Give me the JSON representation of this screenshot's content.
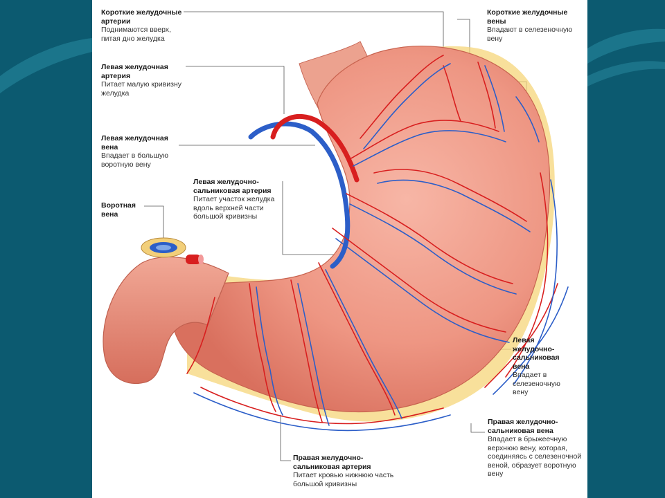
{
  "colors": {
    "background": "#0c5a70",
    "panel": "#ffffff",
    "stomach": "#ef9a88",
    "artery": "#d81f1f",
    "vein": "#2c5ec8",
    "fat": "#f6d67a"
  },
  "labels": {
    "short_arteries": {
      "title": "Короткие желудочные артерии",
      "desc": "Поднимаются вверх, питая дно желудка"
    },
    "short_veins": {
      "title": "Короткие желудочные вены",
      "desc": "Впадают в селезеночную вену"
    },
    "left_gastric_artery": {
      "title": "Левая желудочная артерия",
      "desc": "Питает малую кривизну желудка"
    },
    "left_gastric_vein": {
      "title": "Левая желудочная вена",
      "desc": "Впадает в большую воротную вену"
    },
    "left_gastroepiploic_artery": {
      "title": "Левая желудочно-сальниковая артерия",
      "desc": "Питает участок желудка вдоль верхней части большой кривизны"
    },
    "portal_vein": {
      "title": "Воротная вена",
      "desc": ""
    },
    "left_gastroepiploic_vein": {
      "title": "Левая желудочно-сальниковая вена",
      "desc": "Впадает в селезеночную вену"
    },
    "right_gastroepiploic_vein": {
      "title": "Правая желудочно-сальниковая вена",
      "desc": "Впадает в брыжеечную верхнюю вену, которая, соединяясь с селезеночной веной, образует воротную вену"
    },
    "right_gastroepiploic_artery": {
      "title": "Правая желудочно-сальниковая артерия",
      "desc": "Питает кровью нижнюю часть большой кривизны"
    }
  }
}
